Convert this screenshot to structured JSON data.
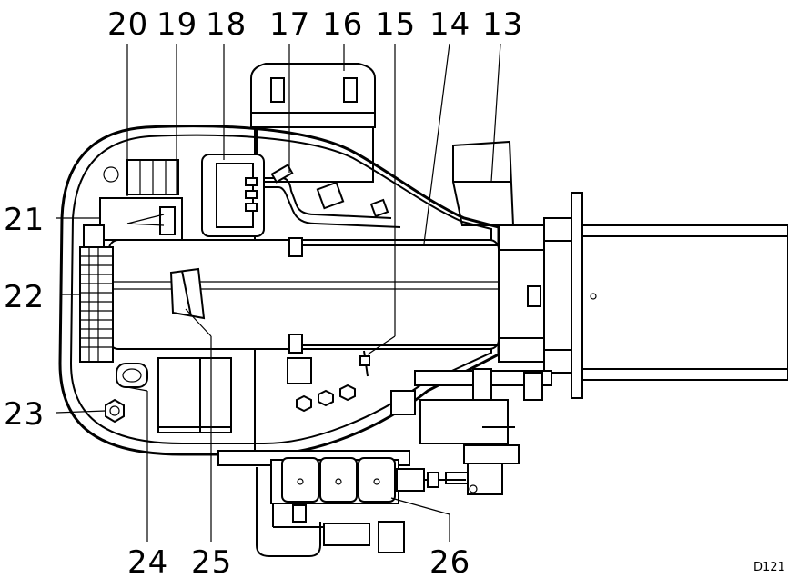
{
  "labels": {
    "l20": "20",
    "l19": "19",
    "l18": "18",
    "l17": "17",
    "l16": "16",
    "l15": "15",
    "l14": "14",
    "l13": "13",
    "l21": "21",
    "l22": "22",
    "l23": "23",
    "l24": "24",
    "l25": "25",
    "l26": "26"
  },
  "drawing_code": "D121"
}
